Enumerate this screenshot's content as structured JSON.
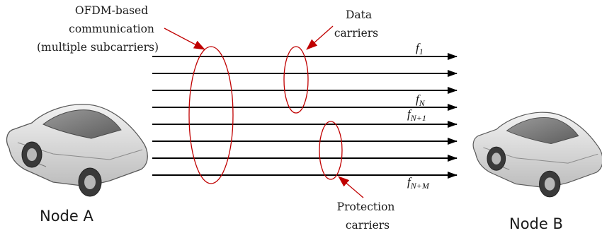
{
  "labels": {
    "ofdm_line1": "OFDM-based",
    "ofdm_line2": "communication",
    "ofdm_line3": "(multiple subcarriers)",
    "data_line1": "Data",
    "data_line2": "carriers",
    "protection_line1": "Protection",
    "protection_line2": "carriers",
    "node_a": "Node A",
    "node_b": "Node B"
  },
  "frequencies": {
    "f1": {
      "base": "f",
      "sub": "1"
    },
    "fN": {
      "base": "f",
      "sub": "N"
    },
    "fN1": {
      "base": "f",
      "sub": "N+1"
    },
    "fNM": {
      "base": "f",
      "sub": "N+M"
    }
  },
  "colors": {
    "annotation": "#c00000",
    "arrow": "#000000",
    "car_body": "#d9d9d9",
    "car_dark": "#3a3a3a"
  },
  "icons": {
    "node_a": "car-icon",
    "node_b": "car-icon"
  }
}
